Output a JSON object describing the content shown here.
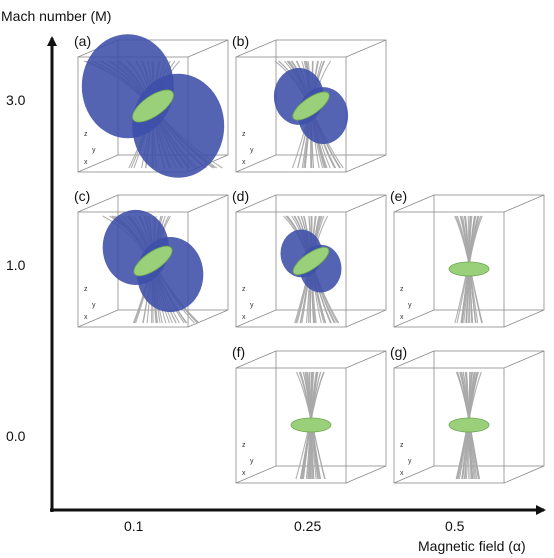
{
  "axes": {
    "y_title": "Mach number (M)",
    "x_title": "Magnetic field (α)",
    "y_ticks": [
      "3.0",
      "1.0",
      "0.0"
    ],
    "x_ticks": [
      "0.1",
      "0.25",
      "0.5"
    ]
  },
  "panels": [
    {
      "label": "(a)",
      "mach": "3.0",
      "field": "0.1",
      "structure": "large-bipolar-outflow-lobes"
    },
    {
      "label": "(b)",
      "mach": "3.0",
      "field": "0.25",
      "structure": "small-outflow-lobes"
    },
    {
      "label": "(c)",
      "mach": "1.0",
      "field": "0.1",
      "structure": "medium-outflow-lobes"
    },
    {
      "label": "(d)",
      "mach": "1.0",
      "field": "0.25",
      "structure": "compact-outflow"
    },
    {
      "label": "(e)",
      "mach": "1.0",
      "field": "0.5",
      "structure": "disk-only"
    },
    {
      "label": "(f)",
      "mach": "0.0",
      "field": "0.25",
      "structure": "disk-only"
    },
    {
      "label": "(g)",
      "mach": "0.0",
      "field": "0.5",
      "structure": "disk-only"
    }
  ],
  "box_axis_letters": [
    "z",
    "y",
    "x"
  ],
  "colors": {
    "outflow": "#3c4fa8",
    "disk": "#9bd07a",
    "field_lines": "#a8a8a8",
    "box": "#8a8a8a",
    "axis": "#111111"
  }
}
